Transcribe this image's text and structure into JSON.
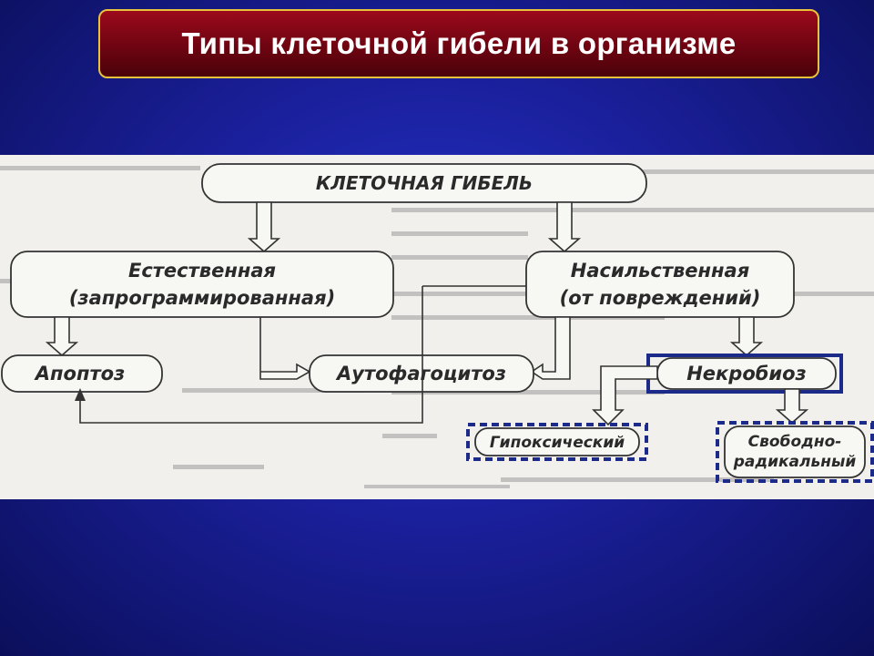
{
  "title": "Типы клеточной гибели в организме",
  "diagram": {
    "root": "КЛЕТОЧНАЯ ГИБЕЛЬ",
    "natural_line1": "Естественная",
    "natural_line2": "(запрограммированная)",
    "violent_line1": "Насильственная",
    "violent_line2": "(от повреждений)",
    "apoptosis": "Апоптоз",
    "autophagocytosis": "Аутофагоцитоз",
    "necrobiosis": "Некробиоз",
    "hypoxic": "Гипоксический",
    "free_radical_line1": "Свободно-",
    "free_radical_line2": "радикальный"
  },
  "colors": {
    "title_bg": "#7a0614",
    "title_border": "#e8c23a",
    "highlight": "#1c2a8a"
  }
}
